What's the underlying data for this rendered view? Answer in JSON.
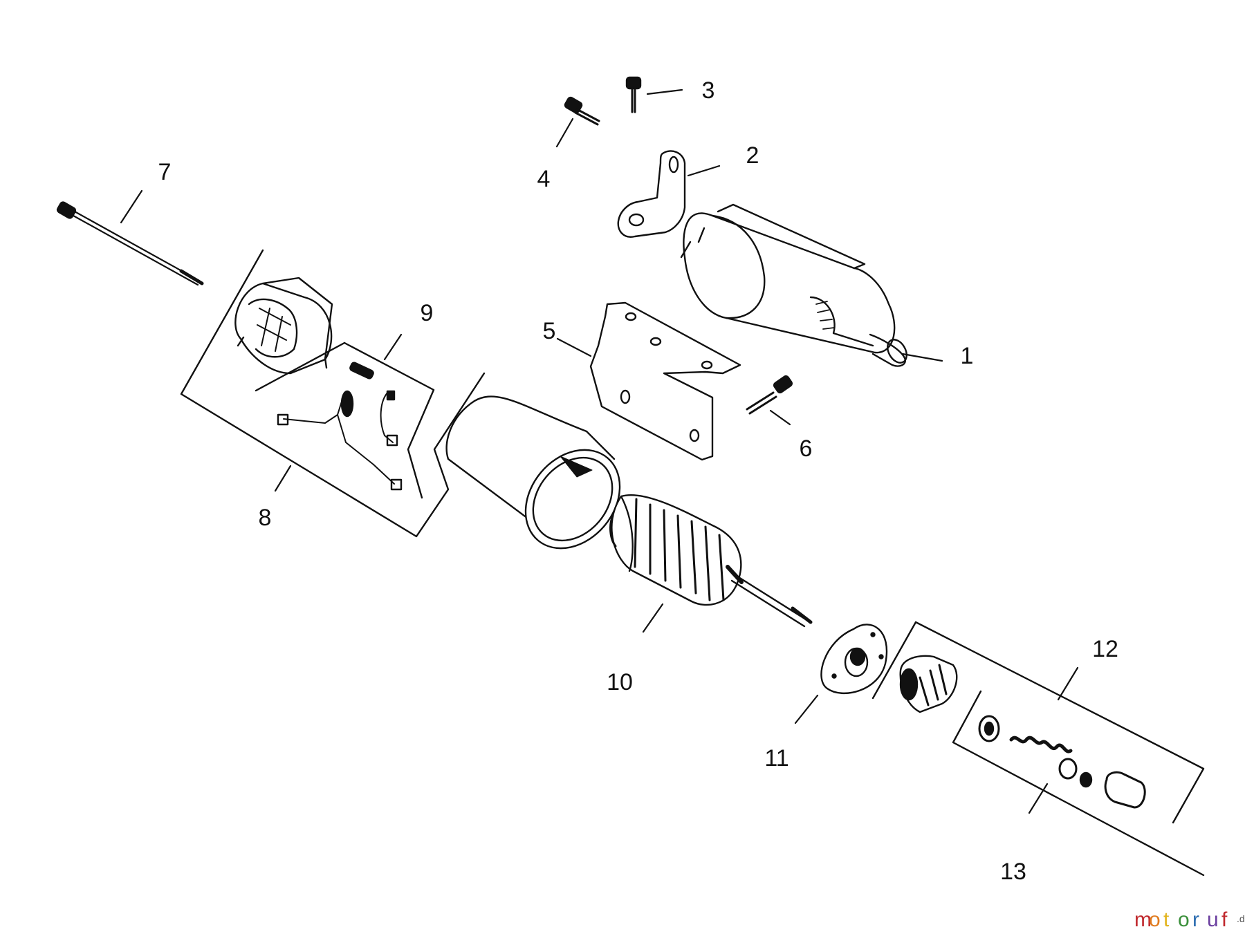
{
  "labels": {
    "p1": "1",
    "p2": "2",
    "p3": "3",
    "p4": "4",
    "p5": "5",
    "p6": "6",
    "p7": "7",
    "p8": "8",
    "p9": "9",
    "p10": "10",
    "p11": "11",
    "p12": "12",
    "p13": "13"
  },
  "watermark": {
    "letters": [
      "m",
      "o",
      "t",
      "o",
      "r",
      "u",
      "f"
    ],
    "suffix": ".de",
    "colors": [
      "#c0282d",
      "#e07b1f",
      "#e2b41d",
      "#3a8f3a",
      "#2b6cb0",
      "#6b3fa0",
      "#c0282d"
    ]
  },
  "colors": {
    "ink": "#111111",
    "paper": "#ffffff"
  }
}
